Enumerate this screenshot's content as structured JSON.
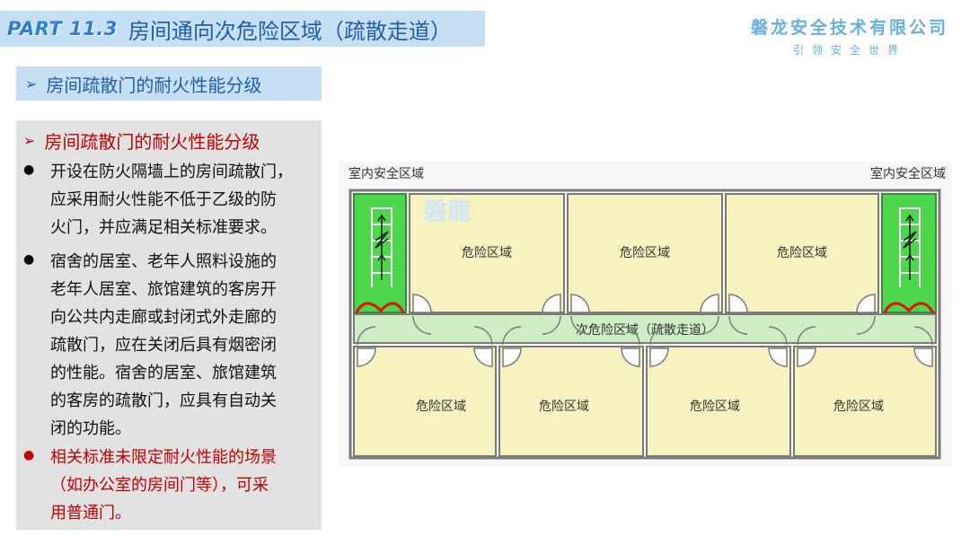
{
  "header": {
    "part_label": "PART 11.3",
    "title": "房间通向次危险区域（疏散走道）"
  },
  "company": {
    "name": "磐龙安全技术有限公司",
    "slogan": "引领安全世界"
  },
  "section_heading": {
    "arrow": "➢",
    "label": "房间疏散门的耐火性能分级"
  },
  "panel": {
    "heading_arrow": "➢",
    "heading": "房间疏散门的耐火性能分级",
    "bullets": [
      {
        "lines": [
          "开设在防火隔墙上的房间疏散门，",
          "应采用耐火性能不低于乙级的防",
          "火门，并应满足相关标准要求。"
        ]
      },
      {
        "lines": [
          "宿舍的居室、老年人照料设施的",
          "老年人居室、旅馆建筑的客房开",
          "向公共内走廊或封闭式外走廊的",
          "疏散门，应在关闭后具有烟密闭",
          "的性能。宿舍的居室、旅馆建筑",
          "的客房的疏散门，应具有自动关",
          "闭的功能。"
        ]
      },
      {
        "lines": [
          "相关标准未限定耐火性能的场景",
          "（如办公室的房间门等），可采",
          "用普通门。"
        ]
      }
    ]
  },
  "diagram": {
    "left_safe_label": "室内安全区域",
    "right_safe_label": "室内安全区域",
    "watermark": "磐龍",
    "corridor_label": "次危险区域（疏散走道）",
    "room_labels_top": [
      "危险区域",
      "危险区域",
      "危险区域"
    ],
    "room_labels_bottom": [
      "危险区域",
      "危险区域",
      "危险区域",
      "危险区域"
    ],
    "colors": {
      "room_fill": "#f6f3c0",
      "corridor_fill": "#cdeec2",
      "stair_fill": "#4cd64c",
      "door_red": "#e01010",
      "wall": "#7a7a7a"
    }
  }
}
